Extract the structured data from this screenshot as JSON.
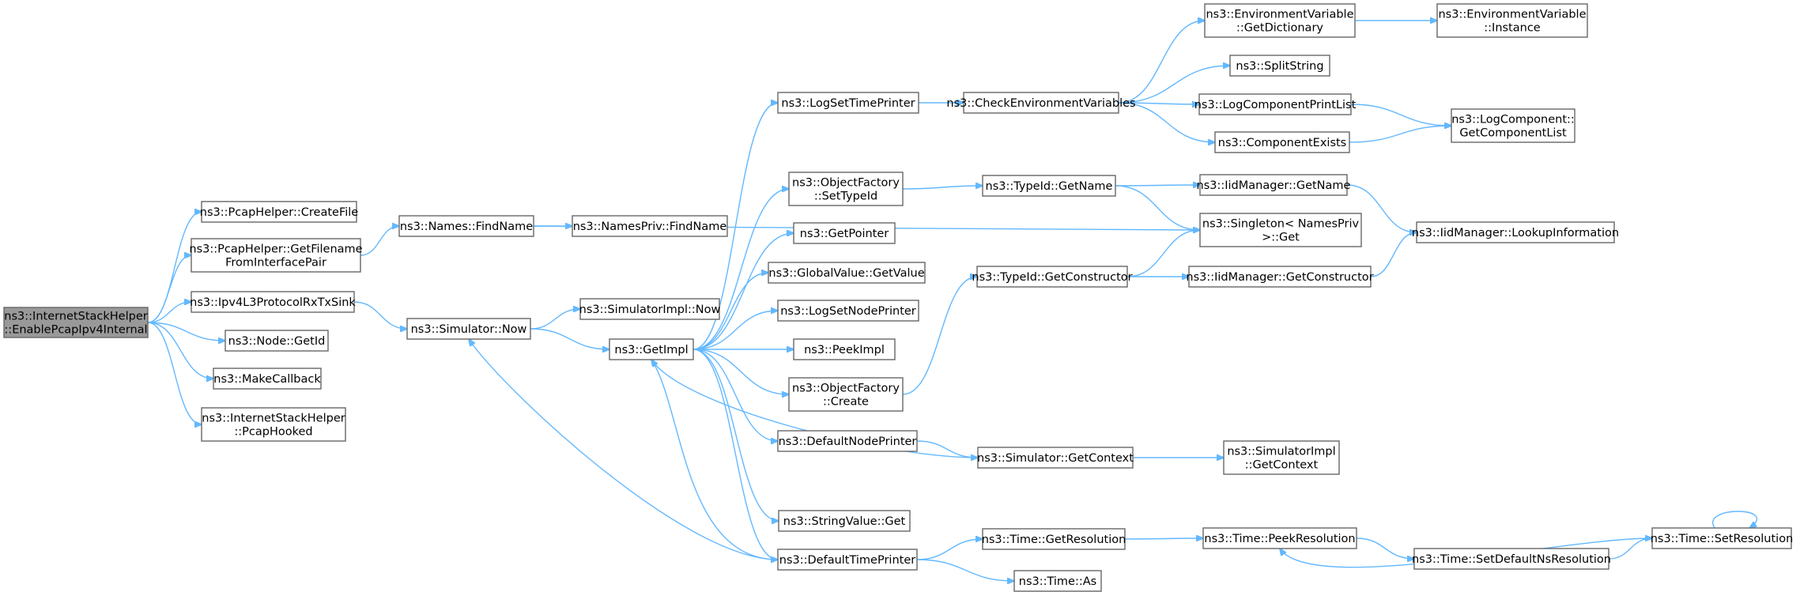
{
  "graph": {
    "nodes": [
      {
        "id": "root",
        "lines": [
          "ns3::InternetStackHelper",
          "::EnablePcapIpv4Internal"
        ],
        "root": true
      },
      {
        "id": "pcf",
        "lines": [
          "ns3::PcapHelper::CreateFile"
        ]
      },
      {
        "id": "pgf",
        "lines": [
          "ns3::PcapHelper::GetFilename",
          "FromInterfacePair"
        ]
      },
      {
        "id": "ipv4",
        "lines": [
          "ns3::Ipv4L3ProtocolRxTxSink"
        ]
      },
      {
        "id": "nodeid",
        "lines": [
          "ns3::Node::GetId"
        ]
      },
      {
        "id": "mcb",
        "lines": [
          "ns3::MakeCallback"
        ]
      },
      {
        "id": "ph",
        "lines": [
          "ns3::InternetStackHelper",
          "::PcapHooked"
        ]
      },
      {
        "id": "nfind",
        "lines": [
          "ns3::Names::FindName"
        ]
      },
      {
        "id": "npfind",
        "lines": [
          "ns3::NamesPriv::FindName"
        ]
      },
      {
        "id": "simnow",
        "lines": [
          "ns3::Simulator::Now"
        ]
      },
      {
        "id": "siminow",
        "lines": [
          "ns3::SimulatorImpl::Now"
        ]
      },
      {
        "id": "getimpl",
        "lines": [
          "ns3::GetImpl"
        ]
      },
      {
        "id": "lstp",
        "lines": [
          "ns3::LogSetTimePrinter"
        ]
      },
      {
        "id": "ofsti",
        "lines": [
          "ns3::ObjectFactory",
          "::SetTypeId"
        ]
      },
      {
        "id": "gptr",
        "lines": [
          "ns3::GetPointer"
        ]
      },
      {
        "id": "gvgv",
        "lines": [
          "ns3::GlobalValue::GetValue"
        ]
      },
      {
        "id": "lsnp",
        "lines": [
          "ns3::LogSetNodePrinter"
        ]
      },
      {
        "id": "peek",
        "lines": [
          "ns3::PeekImpl"
        ]
      },
      {
        "id": "ofc",
        "lines": [
          "ns3::ObjectFactory",
          "::Create"
        ]
      },
      {
        "id": "dnp",
        "lines": [
          "ns3::DefaultNodePrinter"
        ]
      },
      {
        "id": "svg",
        "lines": [
          "ns3::StringValue::Get"
        ]
      },
      {
        "id": "dtp",
        "lines": [
          "ns3::DefaultTimePrinter"
        ]
      },
      {
        "id": "cev",
        "lines": [
          "ns3::CheckEnvironmentVariables"
        ]
      },
      {
        "id": "tgn",
        "lines": [
          "ns3::TypeId::GetName"
        ]
      },
      {
        "id": "tgc",
        "lines": [
          "ns3::TypeId::GetConstructor"
        ]
      },
      {
        "id": "sgc",
        "lines": [
          "ns3::Simulator::GetContext"
        ]
      },
      {
        "id": "tgr",
        "lines": [
          "ns3::Time::GetResolution"
        ]
      },
      {
        "id": "tas",
        "lines": [
          "ns3::Time::As"
        ]
      },
      {
        "id": "evgd",
        "lines": [
          "ns3::EnvironmentVariable",
          "::GetDictionary"
        ]
      },
      {
        "id": "split",
        "lines": [
          "ns3::SplitString"
        ]
      },
      {
        "id": "lcpl",
        "lines": [
          "ns3::LogComponentPrintList"
        ]
      },
      {
        "id": "cexists",
        "lines": [
          "ns3::ComponentExists"
        ]
      },
      {
        "id": "imgn",
        "lines": [
          "ns3::IidManager::GetName"
        ]
      },
      {
        "id": "sing",
        "lines": [
          "ns3::Singleton< NamesPriv",
          ">::Get"
        ]
      },
      {
        "id": "imgc",
        "lines": [
          "ns3::IidManager::GetConstructor"
        ]
      },
      {
        "id": "sigc",
        "lines": [
          "ns3::SimulatorImpl",
          "::GetContext"
        ]
      },
      {
        "id": "tpr",
        "lines": [
          "ns3::Time::PeekResolution"
        ]
      },
      {
        "id": "tsdr",
        "lines": [
          "ns3::Time::SetDefaultNsResolution"
        ]
      },
      {
        "id": "evi",
        "lines": [
          "ns3::EnvironmentVariable",
          "::Instance"
        ]
      },
      {
        "id": "lcgcl",
        "lines": [
          "ns3::LogComponent::",
          "GetComponentList"
        ]
      },
      {
        "id": "imli",
        "lines": [
          "ns3::IidManager::LookupInformation"
        ]
      },
      {
        "id": "tsr",
        "lines": [
          "ns3::Time::SetResolution"
        ]
      }
    ]
  }
}
